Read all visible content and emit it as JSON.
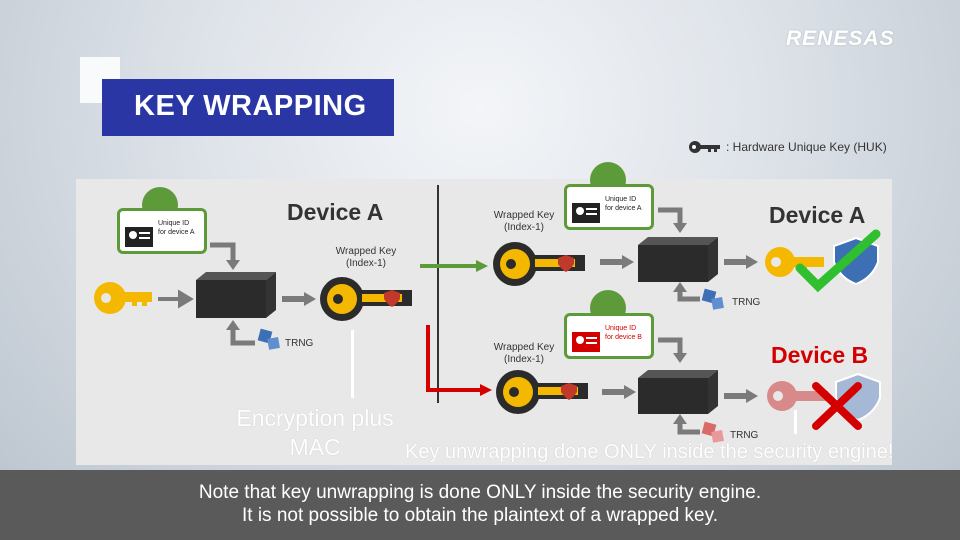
{
  "logo": "RENESAS",
  "title": "KEY WRAPPING",
  "legend": ": Hardware Unique Key (HUK)",
  "left": {
    "device": "Device A",
    "uid_line1": "Unique ID",
    "uid_line2": "for device A",
    "wrapped_line1": "Wrapped Key",
    "wrapped_line2": "(Index-1)",
    "trng": "TRNG"
  },
  "right_a": {
    "device": "Device A",
    "uid_line1": "Unique ID",
    "uid_line2": "for device A",
    "wrapped_line1": "Wrapped Key",
    "wrapped_line2": "(Index-1)",
    "trng": "TRNG"
  },
  "right_b": {
    "device": "Device B",
    "uid_line1": "Unique ID",
    "uid_line2": "for device B",
    "wrapped_line1": "Wrapped Key",
    "wrapped_line2": "(Index-1)",
    "trng": "TRNG"
  },
  "overlay": {
    "encryption_line1": "Encryption plus",
    "encryption_line2": "MAC",
    "unwrapping": "Key unwrapping done ONLY inside the security engine!"
  },
  "caption": {
    "line1": "Note that key unwrapping is done ONLY inside the security engine.",
    "line2": "It is not possible to obtain the plaintext of a wrapped key."
  },
  "colors": {
    "title_bg": "#2a36a3",
    "green": "#5c9a3a",
    "red": "#d40000",
    "key_yellow": "#f5b800"
  }
}
